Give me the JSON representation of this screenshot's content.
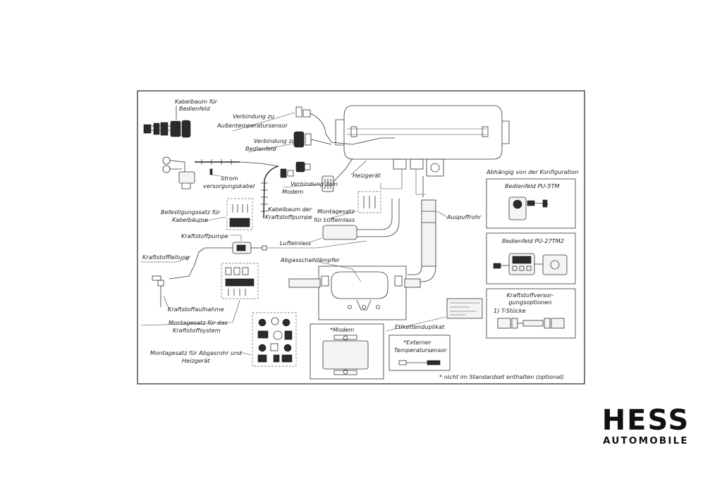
{
  "diagram": {
    "labels": {
      "kabelbaum_bedienfeld_1": "Kabelbaum für",
      "kabelbaum_bedienfeld_2": "Bedienfeld",
      "verbindung_aussentemp_1": "Verbindung zu",
      "verbindung_aussentemp_2": "Außentemperatursensor",
      "verbindung_bedienfeld_1": "Verbindung zu",
      "verbindung_bedienfeld_2": "Bedienfeld",
      "strom_1": "Strom",
      "strom_2": "versorgungskabel",
      "verbindung_modem_1": "Verbindung zum",
      "verbindung_modem_2": "Modem",
      "heizgeraet": "Heizgerät",
      "abhaengig": "Abhängig von der Konfiguration",
      "bedienfeld_pu5tm": "Bedienfeld PU-5TM",
      "bedienfeld_pu27tm2": "Bedienfeld PU-27TM2",
      "befestigung_1": "Befestigungssatz für",
      "befestigung_2": "Kabelbäume",
      "kabelbaum_kraftstoffpumpe_1": "Kabelbaum der",
      "kabelbaum_kraftstoffpumpe_2": "Kraftstoffpumpe",
      "montagesatz_lufteinlass_1": "Montagesatz",
      "montagesatz_lufteinlass_2": "für Lufteinlass",
      "auspuffrohr": "Auspuffrohr",
      "kraftstoffpumpe": "Kraftstoffpumpe",
      "lufteinlass": "Lufteinlass",
      "kraftstoffleitung": "Kraftstoffleitung",
      "abgasschalldaempfer": "Abgasschalldämpfer",
      "kraftstoffaufnahme": "Kraftstoffaufnahme",
      "kraftstoffversorgung_1": "Kraftstoffversor-",
      "kraftstoffversorgung_2": "gungsoptionen",
      "t_stuecke": "1) T-Stücke",
      "montagesatz_kraftstoff_1": "Montagesatz für das",
      "montagesatz_kraftstoff_2": "Kraftstoffsystem",
      "etikettenduplikat": "Etikettenduplikat",
      "modem": "*Modem",
      "externer_1": "*Externer",
      "externer_2": "Temperatursensor",
      "montagesatz_abgas_1": "Montagesatz für Abgasrohr und",
      "montagesatz_abgas_2": "Heizgerät",
      "footnote": "* nicht im Standardset enthalten (optional)"
    }
  },
  "brand": {
    "name": "HESS",
    "tagline": "AUTOMOBILE"
  }
}
